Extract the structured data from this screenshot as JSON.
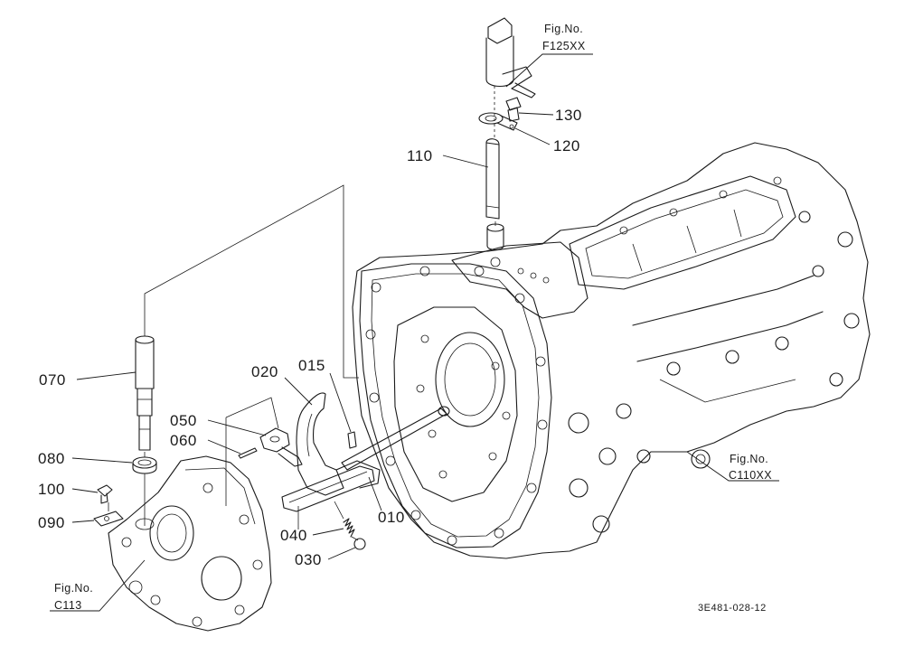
{
  "drawing_code": "3E481-028-12",
  "parts": [
    {
      "id": "p130",
      "number": "130"
    },
    {
      "id": "p120",
      "number": "120"
    },
    {
      "id": "p110",
      "number": "110"
    },
    {
      "id": "p070",
      "number": "070"
    },
    {
      "id": "p020",
      "number": "020"
    },
    {
      "id": "p015",
      "number": "015"
    },
    {
      "id": "p050",
      "number": "050"
    },
    {
      "id": "p060",
      "number": "060"
    },
    {
      "id": "p080",
      "number": "080"
    },
    {
      "id": "p100",
      "number": "100"
    },
    {
      "id": "p090",
      "number": "090"
    },
    {
      "id": "p040",
      "number": "040"
    },
    {
      "id": "p030",
      "number": "030"
    },
    {
      "id": "p010",
      "number": "010"
    }
  ],
  "figure_refs": [
    {
      "id": "f125",
      "caption": "Fig.No.",
      "code": "F125XX"
    },
    {
      "id": "c110",
      "caption": "Fig.No.",
      "code": "C110XX"
    },
    {
      "id": "c113",
      "caption": "Fig.No.",
      "code": "C113"
    }
  ]
}
